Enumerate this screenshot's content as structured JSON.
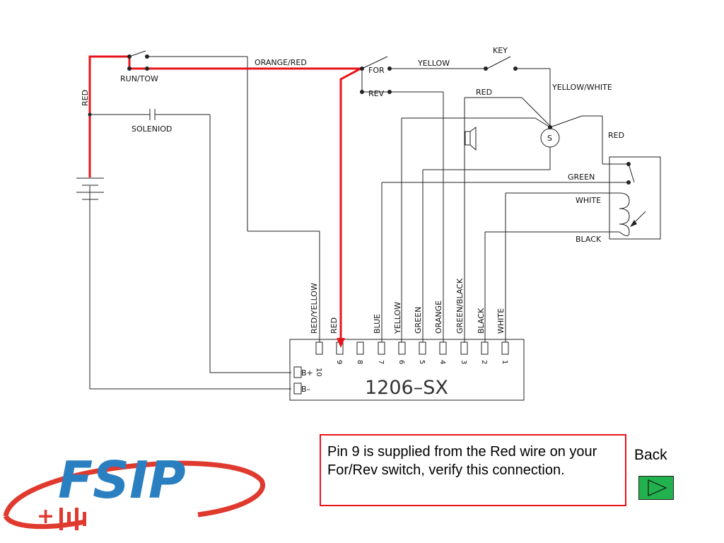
{
  "diagram": {
    "wire_labels": {
      "red_left": "RED",
      "run_tow": "RUN/TOW",
      "orange_red": "ORANGE/RED",
      "for": "FOR",
      "rev": "REV",
      "yellow": "YELLOW",
      "key": "KEY",
      "yellow_white": "YELLOW/WHITE",
      "red_top": "RED",
      "s": "S",
      "red_right": "RED",
      "green": "GREEN",
      "white": "WHITE",
      "black": "BLACK",
      "solenoid": "SOLENIOD"
    },
    "controller": {
      "model": "1206–SX",
      "bplus": "B+",
      "bminus": "B–",
      "pins": [
        {
          "number": "10",
          "wire": "RED/YELLOW"
        },
        {
          "number": "9",
          "wire": "RED"
        },
        {
          "number": "8",
          "wire": ""
        },
        {
          "number": "7",
          "wire": "BLUE"
        },
        {
          "number": "6",
          "wire": "YELLOW"
        },
        {
          "number": "5",
          "wire": "GREEN"
        },
        {
          "number": "4",
          "wire": "ORANGE"
        },
        {
          "number": "3",
          "wire": "GREEN/BLACK"
        },
        {
          "number": "2",
          "wire": "BLACK"
        },
        {
          "number": "1",
          "wire": "WHITE"
        }
      ]
    },
    "highlight_color": "#e8141b"
  },
  "note": {
    "text": "Pin 9 is supplied from the Red wire on your For/Rev switch, verify this connection."
  },
  "nav": {
    "back_label": "Back",
    "back_icon": "play-arrow-icon",
    "back_color": "#21b24d"
  },
  "logo": {
    "text": "FSIP",
    "plus": "+",
    "brand_blue": "#2a7fc1",
    "brand_red": "#e03a2f"
  }
}
